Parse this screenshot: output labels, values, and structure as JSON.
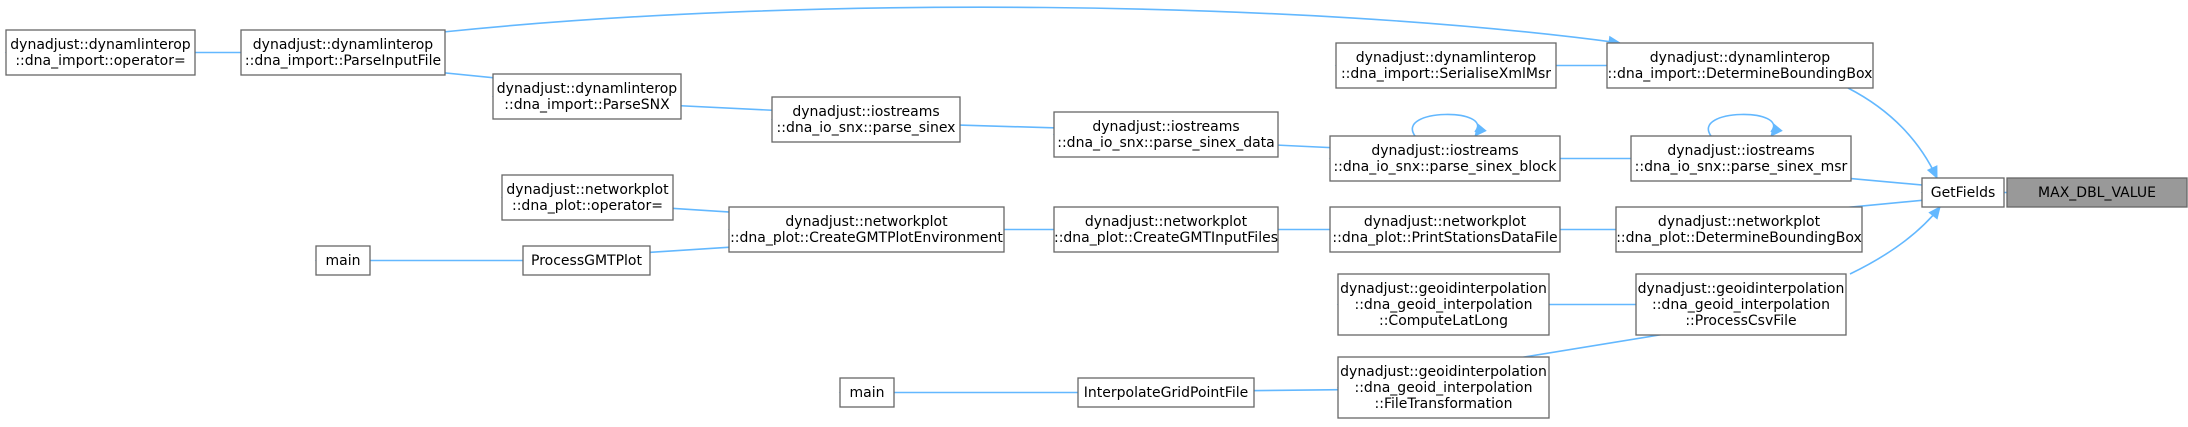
{
  "graph": {
    "nodes": [
      {
        "id": "max_dbl_value",
        "lines": [
          "MAX_DBL_VALUE"
        ]
      },
      {
        "id": "getfields",
        "lines": [
          "GetFields"
        ]
      },
      {
        "id": "determine_bbox_xml",
        "lines": [
          "dynadjust::dynamlinterop",
          "::dna_import::DetermineBoundingBox"
        ]
      },
      {
        "id": "serialise_xml_msr",
        "lines": [
          "dynadjust::dynamlinterop",
          "::dna_import::SerialiseXmlMsr"
        ]
      },
      {
        "id": "parse_sinex_msr",
        "lines": [
          "dynadjust::iostreams",
          "::dna_io_snx::parse_sinex_msr"
        ]
      },
      {
        "id": "parse_sinex_block",
        "lines": [
          "dynadjust::iostreams",
          "::dna_io_snx::parse_sinex_block"
        ]
      },
      {
        "id": "parse_sinex_data",
        "lines": [
          "dynadjust::iostreams",
          "::dna_io_snx::parse_sinex_data"
        ]
      },
      {
        "id": "parse_sinex",
        "lines": [
          "dynadjust::iostreams",
          "::dna_io_snx::parse_sinex"
        ]
      },
      {
        "id": "parse_snx",
        "lines": [
          "dynadjust::dynamlinterop",
          "::dna_import::ParseSNX"
        ]
      },
      {
        "id": "parse_input_file",
        "lines": [
          "dynadjust::dynamlinterop",
          "::dna_import::ParseInputFile"
        ]
      },
      {
        "id": "import_operator",
        "lines": [
          "dynadjust::dynamlinterop",
          "::dna_import::operator="
        ]
      },
      {
        "id": "determine_bbox_plot",
        "lines": [
          "dynadjust::networkplot",
          "::dna_plot::DetermineBoundingBox"
        ]
      },
      {
        "id": "print_stations",
        "lines": [
          "dynadjust::networkplot",
          "::dna_plot::PrintStationsDataFile"
        ]
      },
      {
        "id": "create_gmt_input",
        "lines": [
          "dynadjust::networkplot",
          "::dna_plot::CreateGMTInputFiles"
        ]
      },
      {
        "id": "create_gmt_env",
        "lines": [
          "dynadjust::networkplot",
          "::dna_plot::CreateGMTPlotEnvironment"
        ]
      },
      {
        "id": "plot_operator",
        "lines": [
          "dynadjust::networkplot",
          "::dna_plot::operator="
        ]
      },
      {
        "id": "process_gmt_plot",
        "lines": [
          "ProcessGMTPlot"
        ]
      },
      {
        "id": "main_1",
        "lines": [
          "main"
        ]
      },
      {
        "id": "process_csv",
        "lines": [
          "dynadjust::geoidinterpolation",
          "::dna_geoid_interpolation",
          "::ProcessCsvFile"
        ]
      },
      {
        "id": "compute_latlong",
        "lines": [
          "dynadjust::geoidinterpolation",
          "::dna_geoid_interpolation",
          "::ComputeLatLong"
        ]
      },
      {
        "id": "file_transform",
        "lines": [
          "dynadjust::geoidinterpolation",
          "::dna_geoid_interpolation",
          "::FileTransformation"
        ]
      },
      {
        "id": "interp_grid",
        "lines": [
          "InterpolateGridPointFile"
        ]
      },
      {
        "id": "main_2",
        "lines": [
          "main"
        ]
      }
    ],
    "edges": [
      {
        "from": "getfields",
        "to": "max_dbl_value"
      },
      {
        "from": "determine_bbox_xml",
        "to": "getfields"
      },
      {
        "from": "parse_sinex_msr",
        "to": "getfields"
      },
      {
        "from": "determine_bbox_plot",
        "to": "getfields"
      },
      {
        "from": "process_csv",
        "to": "getfields"
      },
      {
        "from": "serialise_xml_msr",
        "to": "determine_bbox_xml"
      },
      {
        "from": "parse_input_file",
        "to": "determine_bbox_xml"
      },
      {
        "from": "parse_sinex_block",
        "to": "parse_sinex_msr"
      },
      {
        "from": "parse_sinex_msr",
        "to": "parse_sinex_msr"
      },
      {
        "from": "parse_sinex_data",
        "to": "parse_sinex_block"
      },
      {
        "from": "parse_sinex_block",
        "to": "parse_sinex_block"
      },
      {
        "from": "parse_sinex",
        "to": "parse_sinex_data"
      },
      {
        "from": "parse_snx",
        "to": "parse_sinex"
      },
      {
        "from": "parse_input_file",
        "to": "parse_snx"
      },
      {
        "from": "import_operator",
        "to": "parse_input_file"
      },
      {
        "from": "print_stations",
        "to": "determine_bbox_plot"
      },
      {
        "from": "create_gmt_input",
        "to": "print_stations"
      },
      {
        "from": "create_gmt_env",
        "to": "create_gmt_input"
      },
      {
        "from": "plot_operator",
        "to": "create_gmt_env"
      },
      {
        "from": "process_gmt_plot",
        "to": "create_gmt_env"
      },
      {
        "from": "main_1",
        "to": "process_gmt_plot"
      },
      {
        "from": "compute_latlong",
        "to": "process_csv"
      },
      {
        "from": "file_transform",
        "to": "process_csv"
      },
      {
        "from": "interp_grid",
        "to": "file_transform"
      },
      {
        "from": "main_2",
        "to": "interp_grid"
      }
    ],
    "colors": {
      "edge": "#63b8ff",
      "node_border": "#666666",
      "focus_fill": "#999999",
      "node_fill": "#ffffff"
    }
  }
}
